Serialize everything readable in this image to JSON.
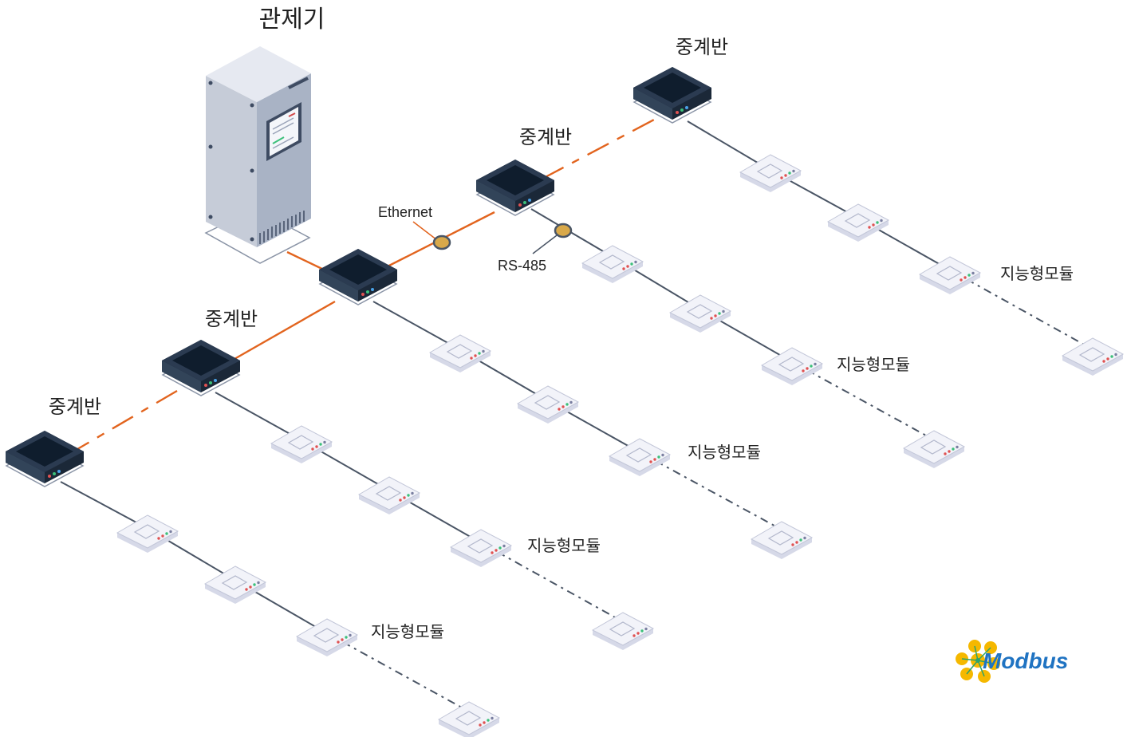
{
  "controller": {
    "label": "관제기"
  },
  "repeater_label": "중계반",
  "module_label": "지능형모듈",
  "link_labels": {
    "ethernet": "Ethernet",
    "rs485": "RS-485"
  },
  "logo": {
    "text": "Modbus"
  },
  "colors": {
    "ethernet_line": "#e2641e",
    "rs485_line": "#4a5565",
    "repeater_body": "#253447",
    "repeater_screen": "#0f1d2d",
    "module_body": "#eceef6",
    "server_body": "#b9c2d3",
    "logo_blue": "#1f73c2",
    "logo_yellow": "#f5b800"
  }
}
